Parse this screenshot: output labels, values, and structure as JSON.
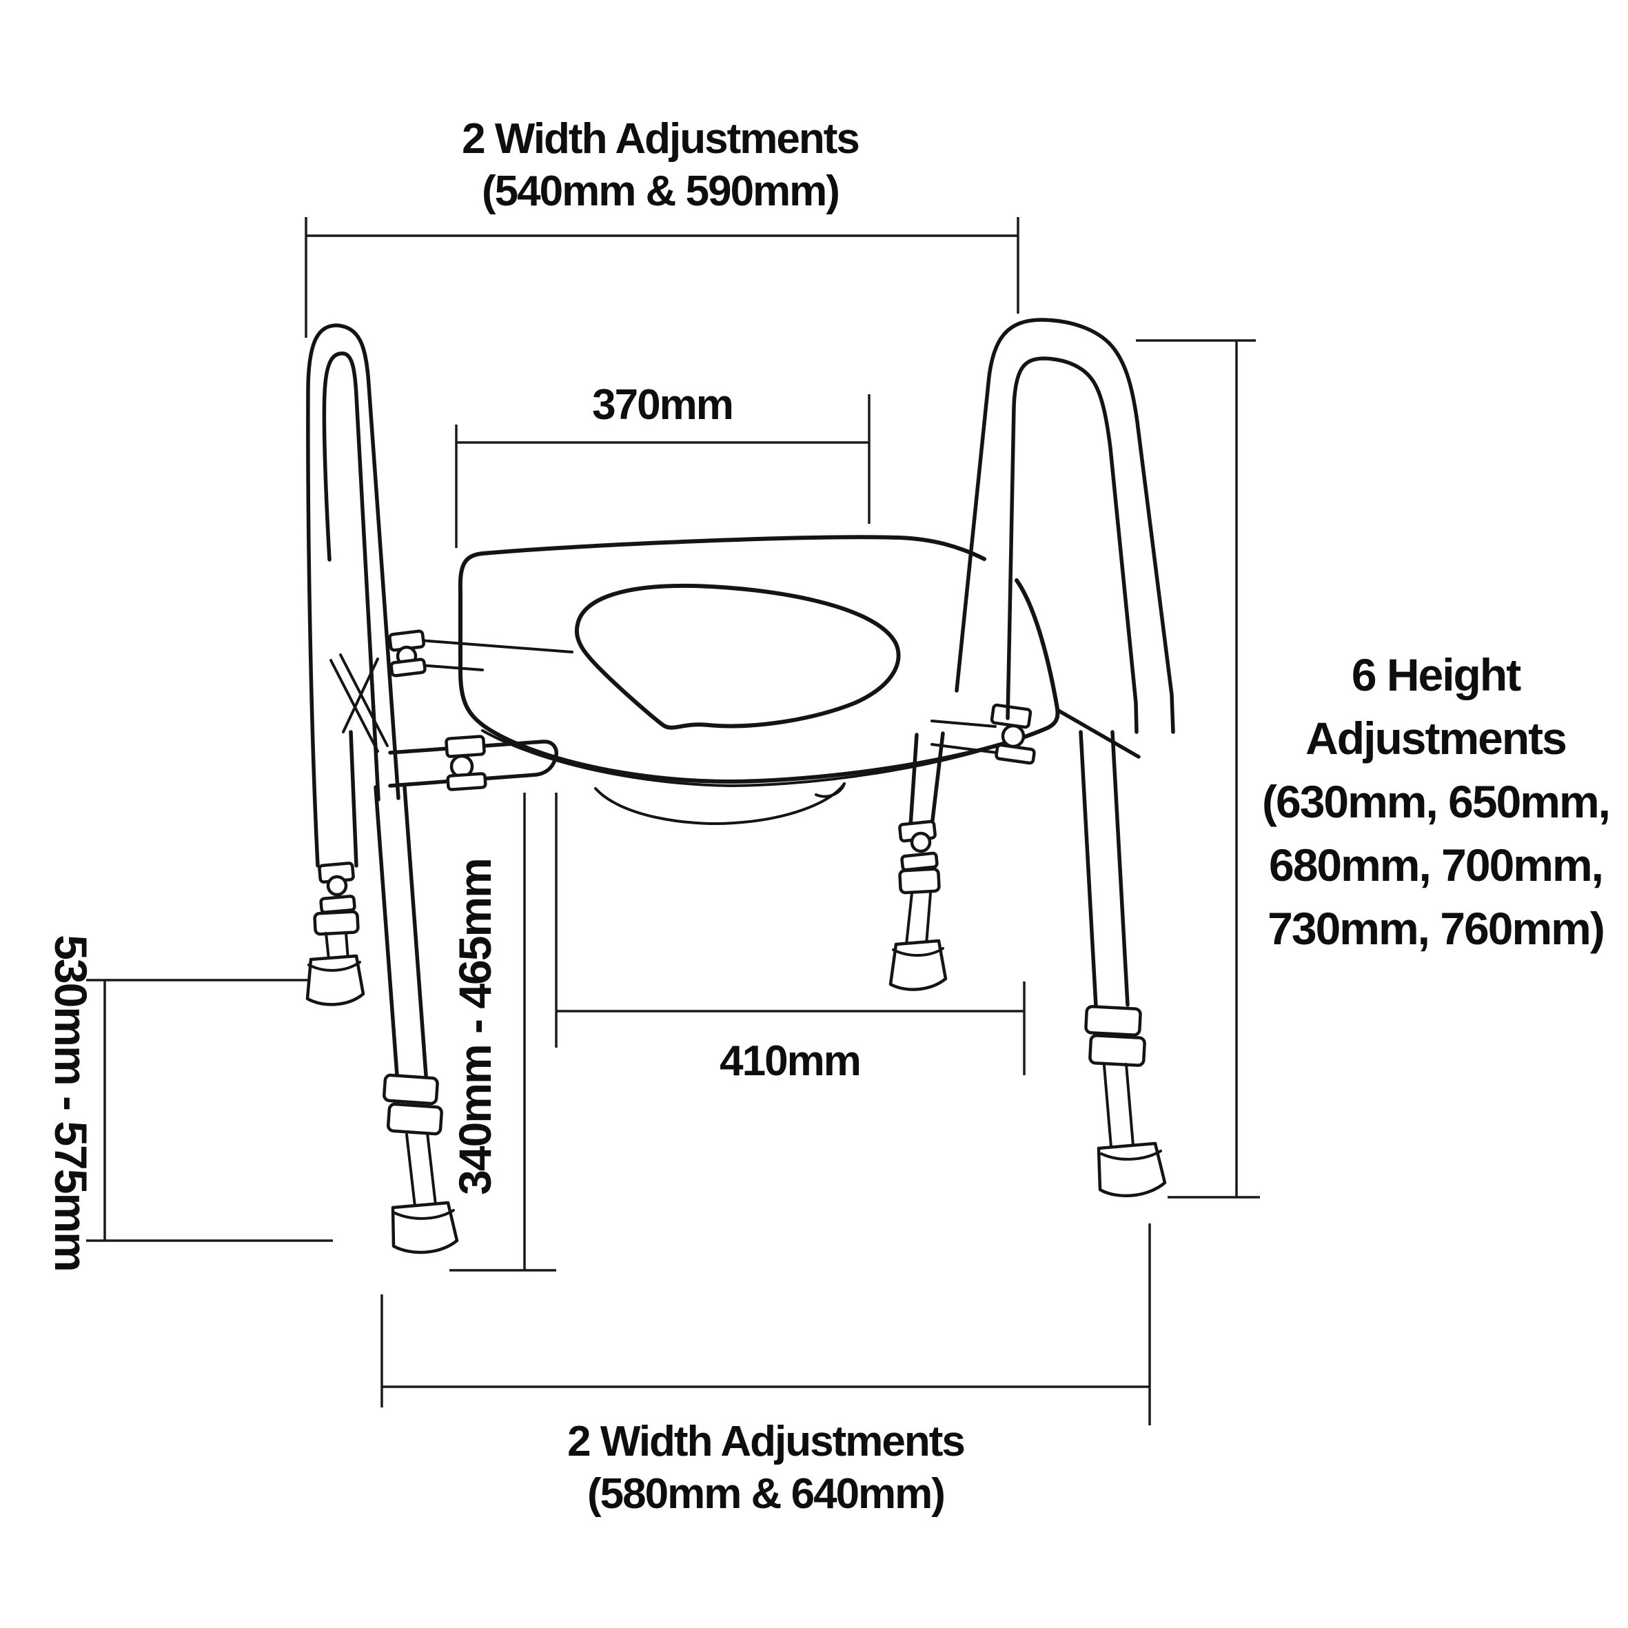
{
  "diagram": {
    "type": "technical-dimension-drawing",
    "subject": "toilet frame with seat, armrests and height-adjustable legs",
    "colors": {
      "line": "#141414",
      "text": "#0e0e0e",
      "background": "#ffffff"
    }
  },
  "labels": {
    "top_width_line1": "2 Width Adjustments",
    "top_width_line2": "(540mm & 590mm)",
    "seat_width": "370mm",
    "height_line1": "6 Height",
    "height_line2": "Adjustments",
    "height_line3": "(630mm, 650mm,",
    "height_line4": "680mm, 700mm,",
    "height_line5": "730mm, 760mm)",
    "inner_width": "410mm",
    "seat_height_range": "340mm - 465mm",
    "side_height_range": "530mm - 575mm",
    "bottom_width_line1": "2 Width Adjustments",
    "bottom_width_line2": "(580mm & 640mm)"
  }
}
